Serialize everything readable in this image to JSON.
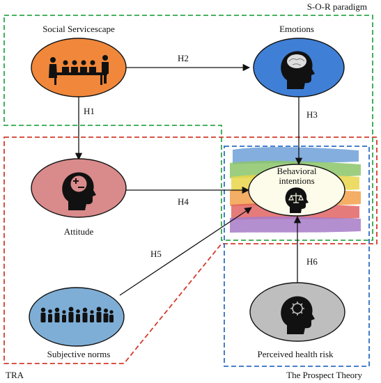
{
  "frameworks": {
    "sor": "S-O-R paradigm",
    "tra": "TRA",
    "prospect": "The Prospect Theory"
  },
  "nodes": {
    "social_servicescape": {
      "label": "Social Servicescape",
      "fill": "#F0873A",
      "icon": "restaurant-diners-icon"
    },
    "emotions": {
      "label": "Emotions",
      "fill": "#3F7FD6",
      "icon": "head-brain-icon"
    },
    "attitude": {
      "label": "Attitude",
      "fill": "#D98A8A",
      "icon": "head-plus-minus-icon"
    },
    "behavioral_intentions": {
      "label_line1": "Behavioral",
      "label_line2": "intentions",
      "fill": "#FDFCEA",
      "icon": "head-scales-icon"
    },
    "subjective_norms": {
      "label": "Subjective norms",
      "fill": "#7EAED6",
      "icon": "crowd-people-icon"
    },
    "perceived_health_risk": {
      "label": "Perceived health risk",
      "fill": "#BEBEBE",
      "icon": "head-virus-icon"
    }
  },
  "hypotheses": {
    "h1": "H1",
    "h2": "H2",
    "h3": "H3",
    "h4": "H4",
    "h5": "H5",
    "h6": "H6"
  },
  "colors": {
    "sor_border": "#2EA84A",
    "tra_border": "#D33B2C",
    "prospect_border": "#2F6FC4",
    "arrow": "#111111"
  }
}
